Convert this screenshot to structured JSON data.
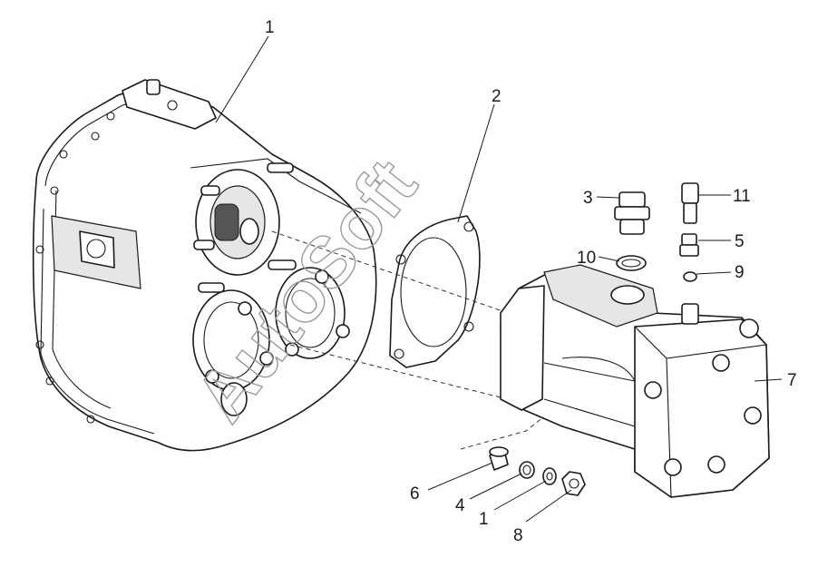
{
  "watermark": {
    "text": "AutoSoft"
  },
  "callouts": {
    "c1_top": "1",
    "c2": "2",
    "c3": "3",
    "c11": "11",
    "c5": "5",
    "c10": "10",
    "c9": "9",
    "c7": "7",
    "c6": "6",
    "c4": "4",
    "c1_bottom": "1",
    "c8": "8"
  },
  "parts": {
    "housing": "gearbox-housing",
    "gasket": "flange-gasket",
    "pump": "hydraulic-pump"
  }
}
